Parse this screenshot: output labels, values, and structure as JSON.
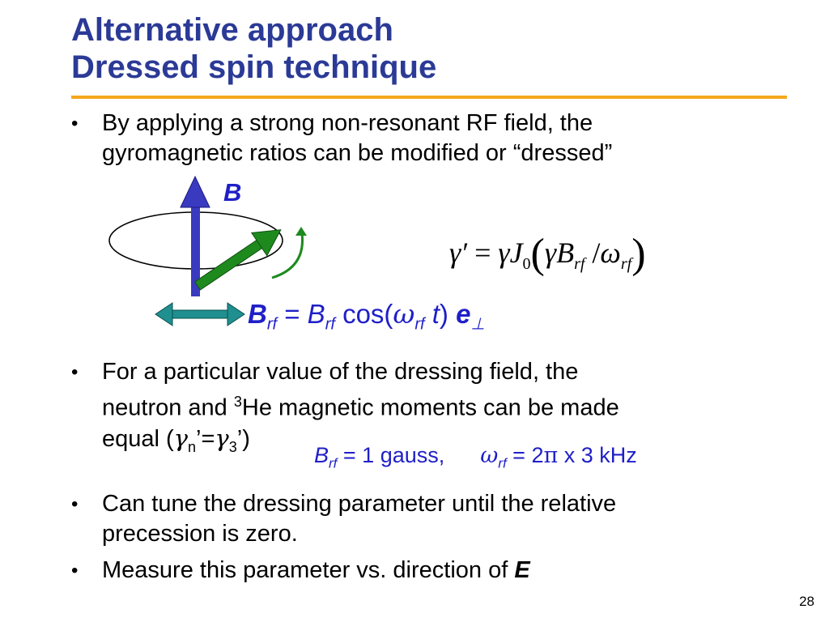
{
  "slide": {
    "title_line1": "Alternative approach",
    "title_line2": "Dressed spin technique",
    "bullet_char": "•",
    "bullet1_line1": "By applying a strong non-resonant RF field, the",
    "bullet1_line2": "gyromagnetic ratios can be modified or “dressed”",
    "bullet2_line1": "For a particular value of the dressing field, the",
    "bullet2_line2a": "neutron and ",
    "bullet2_sup": "3",
    "bullet2_line2b": "He magnetic moments can be made",
    "bullet2_line3a": "equal (",
    "bullet2_gamma": "γ",
    "bullet2_sub_n": "n",
    "bullet2_mid": "’=",
    "bullet2_sub_3": "3",
    "bullet2_end": "’)",
    "bullet3_line1": "Can tune the dressing parameter until the relative",
    "bullet3_line2": "precession is zero.",
    "bullet4_text": "Measure this parameter vs. direction of ",
    "bullet4_bold": "E",
    "page_number": "28"
  },
  "diagram": {
    "b_label": "B",
    "colors": {
      "b_arrow": "#3a3ac0",
      "spin_arrow": "#1e8a1e",
      "rf_arrow": "#1f8f8f",
      "rotation_arrow": "#1e8a1e"
    }
  },
  "formula": {
    "gamma_prime": "γ′",
    "equals": " = ",
    "gamma": "γ",
    "j": "J",
    "j_sub": "0",
    "open": "(",
    "gamma2": "γ",
    "b": "B",
    "b_sub": "rf",
    "slash": " /",
    "omega": "ω",
    "omega_sub": "rf",
    "close": ")"
  },
  "rf_field": {
    "b_bold": "B",
    "sub1": "rf",
    "eq": " = ",
    "b": "B",
    "sub2": "rf",
    "cos": " cos(",
    "omega": "ω",
    "sub3": "rf",
    "t": " t",
    "close": ") ",
    "e": "e",
    "e_sub": "⊥"
  },
  "values": {
    "b": "B",
    "b_sub": "rf",
    "b_val": " = 1 gauss,",
    "omega": "ω",
    "omega_sub": "rf",
    "omega_val": " = 2",
    "pi": "π",
    "tail": " x 3 kHz"
  }
}
